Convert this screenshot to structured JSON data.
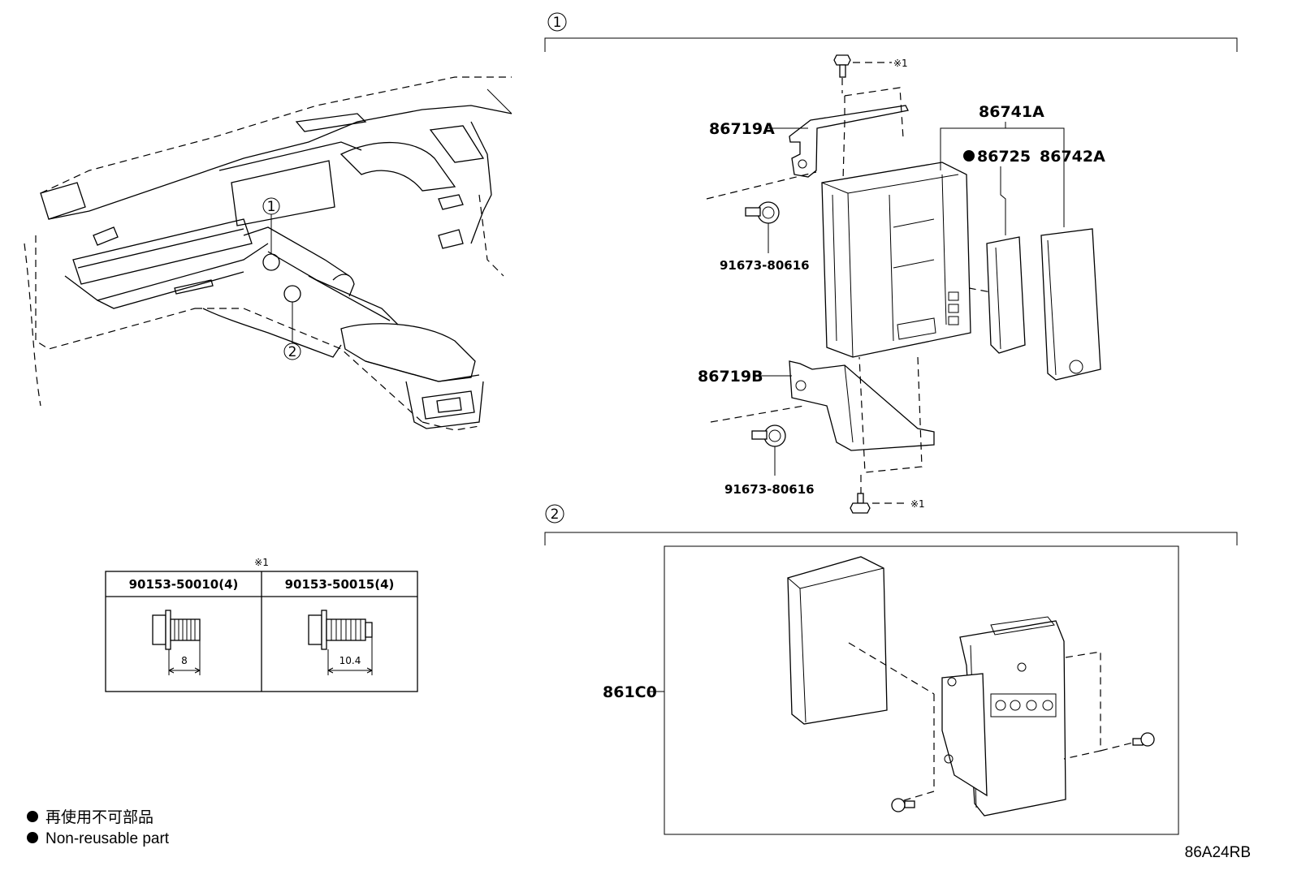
{
  "callouts": {
    "view_1": "1",
    "view_2": "2",
    "note_mark": "※1"
  },
  "parts": {
    "bracket_upper": "86719A",
    "bracket_lower": "86719B",
    "module_assy": "86741A",
    "nonreusable_part": "86725",
    "cover": "86742A",
    "bolt_upper": "91673-80616",
    "bolt_lower": "91673-80616",
    "receiver_assy": "861C0"
  },
  "bolt_table": {
    "title": "※1",
    "columns": [
      {
        "part_no": "90153-50010(4)",
        "length": "8"
      },
      {
        "part_no": "90153-50015(4)",
        "length": "10.4"
      }
    ]
  },
  "legend": {
    "line_ja": "再使用不可部品",
    "line_en": "Non-reusable part"
  },
  "figure_code": "86A24RB"
}
